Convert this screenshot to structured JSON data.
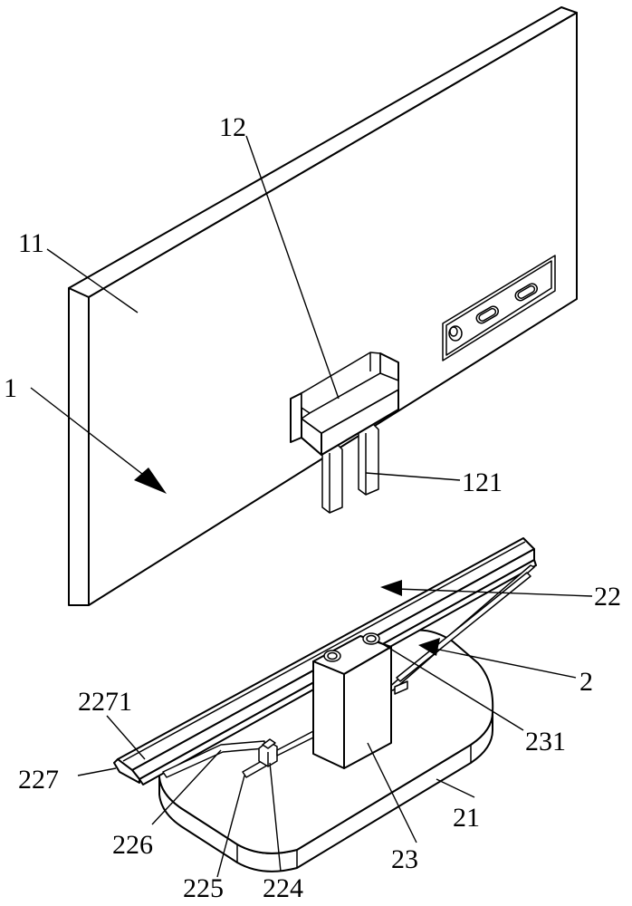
{
  "labels": {
    "l1": "1",
    "l2": "2",
    "l11": "11",
    "l12": "12",
    "l121": "121",
    "l21": "21",
    "l22": "22",
    "l23": "23",
    "l224": "224",
    "l225": "225",
    "l226": "226",
    "l227": "227",
    "l231": "231",
    "l2271": "2271"
  }
}
